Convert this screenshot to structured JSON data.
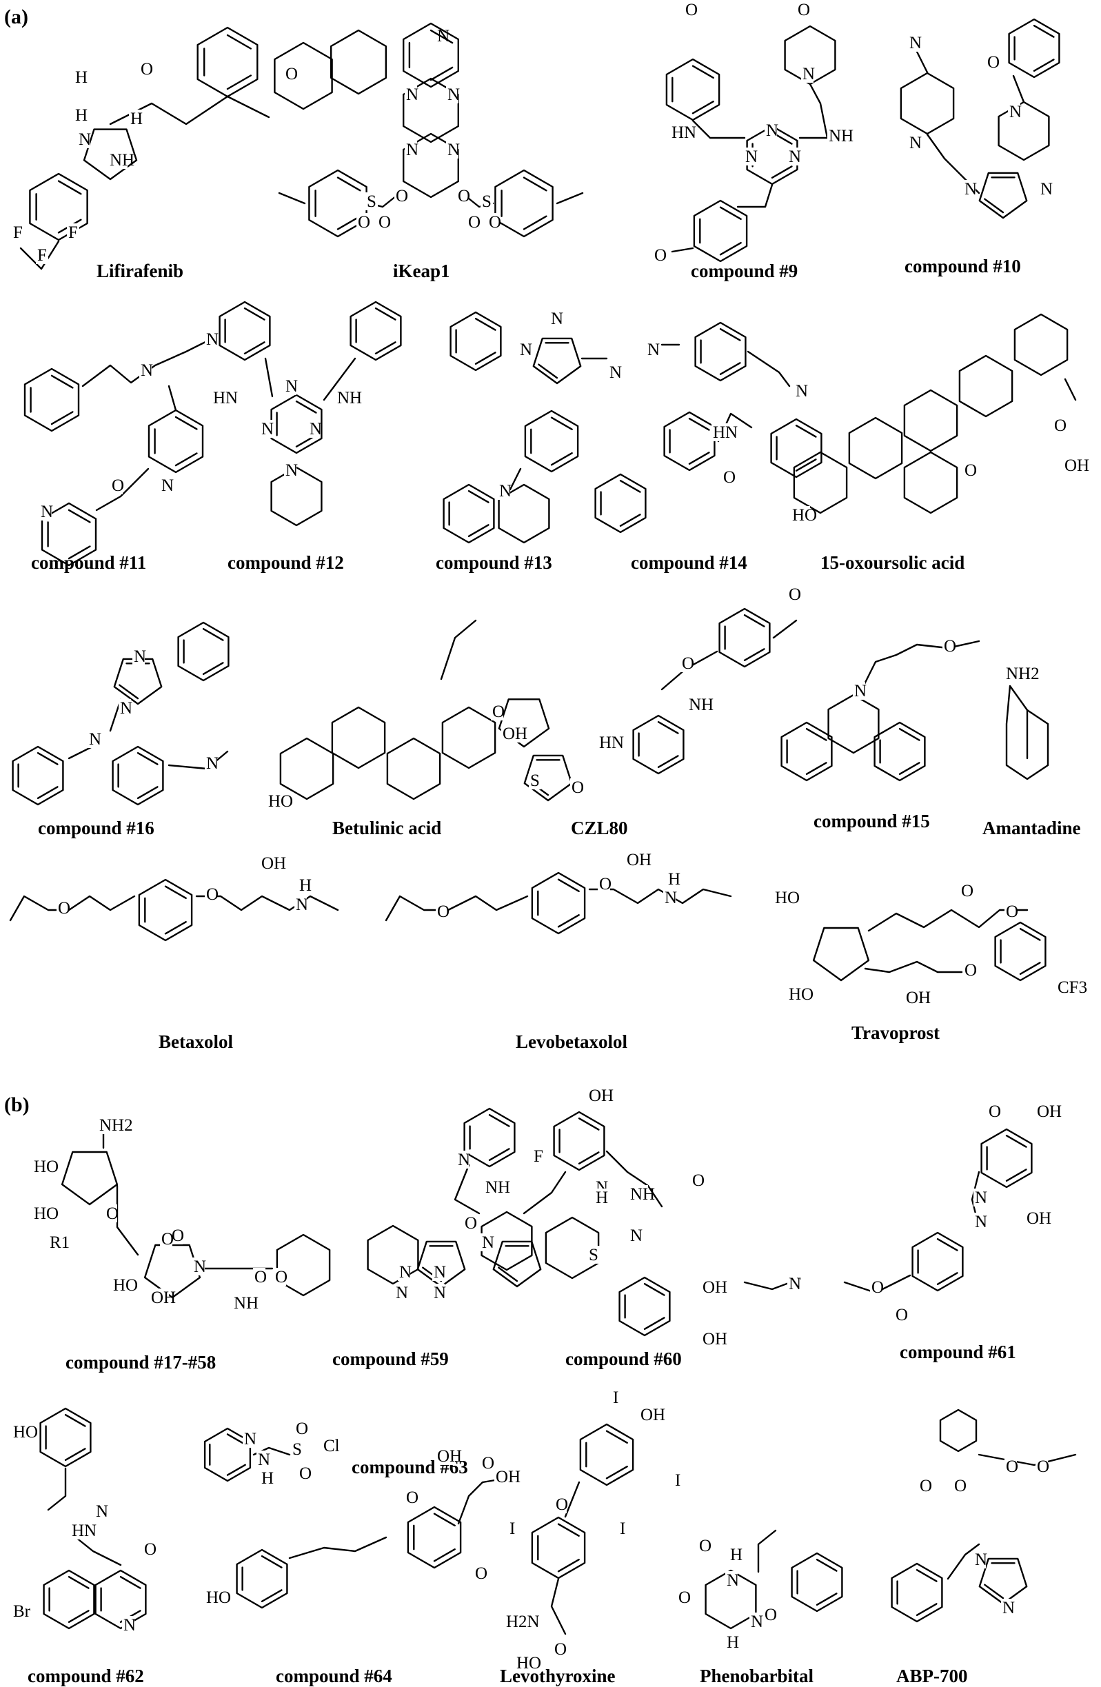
{
  "panels": [
    {
      "key": "a",
      "label": "(a)"
    },
    {
      "key": "b",
      "label": "(b)"
    }
  ],
  "compounds": [
    {
      "name": "Lifirafenib",
      "atoms": [
        "H",
        "O",
        "H",
        "N",
        "NH",
        "N",
        "H",
        "O",
        "F",
        "F",
        "F"
      ]
    },
    {
      "name": "iKeap1",
      "atoms": [
        "N",
        "N",
        "N",
        "N",
        "O",
        "O",
        "S",
        "S",
        "O",
        "O",
        "O",
        "O"
      ]
    },
    {
      "name": "compound #9",
      "atoms": [
        "O",
        "O",
        "N",
        "HN",
        "NH",
        "N",
        "N",
        "N",
        "O"
      ]
    },
    {
      "name": "compound #10",
      "atoms": [
        "N",
        "N",
        "O",
        "N",
        "N",
        "N"
      ]
    },
    {
      "name": "compound #11",
      "atoms": [
        "N",
        "N",
        "N",
        "O",
        "N"
      ]
    },
    {
      "name": "compound #12",
      "atoms": [
        "HN",
        "NH",
        "N",
        "N",
        "N",
        "N"
      ]
    },
    {
      "name": "compound #13",
      "atoms": [
        "N",
        "N",
        "N",
        "N"
      ]
    },
    {
      "name": "compound #14",
      "atoms": [
        "N",
        "N",
        "HN",
        "O"
      ]
    },
    {
      "name": "15-oxoursolic acid",
      "atoms": [
        "HO",
        "O",
        "OH",
        "O"
      ]
    },
    {
      "name": "compound #16",
      "atoms": [
        "N",
        "N",
        "N",
        "N"
      ]
    },
    {
      "name": "Betulinic acid",
      "atoms": [
        "HO",
        "O",
        "OH"
      ]
    },
    {
      "name": "CZL80",
      "atoms": [
        "O",
        "O",
        "NH",
        "HN",
        "O",
        "S"
      ]
    },
    {
      "name": "compound #15",
      "atoms": [
        "N",
        "O"
      ]
    },
    {
      "name": "Amantadine",
      "atoms": [
        "NH2"
      ]
    },
    {
      "name": "Betaxolol",
      "atoms": [
        "O",
        "O",
        "OH",
        "N",
        "H"
      ]
    },
    {
      "name": "Levobetaxolol",
      "atoms": [
        "O",
        "O",
        "OH",
        "N",
        "H"
      ]
    },
    {
      "name": "Travoprost",
      "atoms": [
        "HO",
        "HO",
        "OH",
        "O",
        "O",
        "O",
        "CF3"
      ]
    },
    {
      "name": "compound #17-#58",
      "atoms": [
        "NH2",
        "HO",
        "HO",
        "O",
        "O",
        "R1",
        "O",
        "HO",
        "OH",
        "N",
        "O",
        "NH",
        "O"
      ]
    },
    {
      "name": "compound #59",
      "atoms": [
        "N",
        "F",
        "NH",
        "O",
        "N",
        "N",
        "N",
        "N"
      ]
    },
    {
      "name": "compound #60",
      "atoms": [
        "OH",
        "O",
        "N",
        "N",
        "H",
        "NH",
        "N",
        "S",
        "OH",
        "OH"
      ]
    },
    {
      "name": "compound #61",
      "atoms": [
        "O",
        "OH",
        "N",
        "N",
        "OH",
        "N",
        "O",
        "O"
      ]
    },
    {
      "name": "compound #62",
      "atoms": [
        "HO",
        "N",
        "HN",
        "O",
        "Br",
        "N"
      ]
    },
    {
      "name": "compound #63",
      "atoms": [
        "N",
        "N",
        "H",
        "S",
        "Cl",
        "O",
        "O"
      ]
    },
    {
      "name": "compound #64",
      "atoms": [
        "O",
        "OH",
        "O",
        "OH",
        "HO",
        "O"
      ]
    },
    {
      "name": "Levothyroxine",
      "atoms": [
        "I",
        "OH",
        "O",
        "I",
        "I",
        "I",
        "H2N",
        "HO",
        "O"
      ]
    },
    {
      "name": "Phenobarbital",
      "atoms": [
        "O",
        "H",
        "N",
        "O",
        "N",
        "H",
        "O"
      ]
    },
    {
      "name": "ABP-700",
      "atoms": [
        "O",
        "O",
        "O",
        "O",
        "N",
        "N"
      ]
    }
  ]
}
